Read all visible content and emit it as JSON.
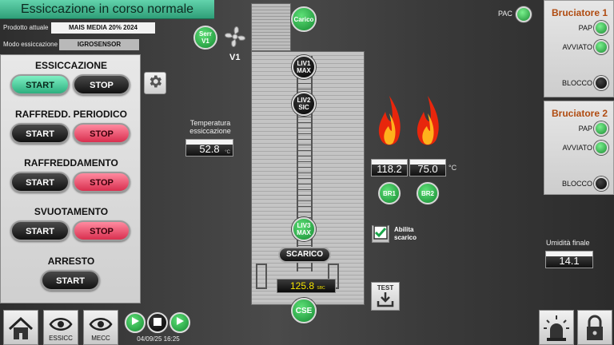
{
  "header": {
    "status": "Essiccazione in corso normale",
    "product_label": "Prodotto attuale",
    "product_value": "MAIS MEDIA 20% 2024",
    "mode_label": "Modo essiccazione",
    "mode_value": "IGROSENSOR"
  },
  "commands": {
    "essiccazione": {
      "title": "ESSICCAZIONE",
      "start": "START",
      "stop": "STOP",
      "start_color": "#3ccc96",
      "stop_color": "#2a2a2a"
    },
    "raffredd_periodico": {
      "title": "RAFFREDD. PERIODICO",
      "start": "START",
      "stop": "STOP",
      "stop_color": "#e8425f"
    },
    "raffreddamento": {
      "title": "RAFFREDDAMENTO",
      "start": "START",
      "stop": "STOP",
      "stop_color": "#e8425f"
    },
    "svuotamento": {
      "title": "SVUOTAMENTO",
      "start": "START",
      "stop": "STOP",
      "stop_color": "#e8425f"
    },
    "arresto": {
      "title": "ARRESTO",
      "start": "START"
    }
  },
  "plant": {
    "serr_v1": "Serr\nV1",
    "fan_label": "V1",
    "carico": "Carico",
    "liv1": "LIV1\nMAX",
    "liv2": "LIV2\nSIC",
    "liv3": "LIV3\nMAX",
    "scarico": "SCARICO",
    "cse": "CSE",
    "bottom_temp": "125.8",
    "bottom_temp_unit": "SBC",
    "pac": "PAC"
  },
  "temperature": {
    "label": "Temperatura essiccazione",
    "value": "52.8",
    "unit": "°C"
  },
  "burners": {
    "br1_temp": "118.2",
    "br2_temp": "75.0",
    "unit": "°C",
    "br1": "BR1",
    "br2": "BR2",
    "panel1": {
      "title": "Bruciatore 1",
      "pap": "PAP",
      "avviato": "AVVIATO",
      "blocco": "BLOCCO"
    },
    "panel2": {
      "title": "Bruciatore 2",
      "pap": "PAP",
      "avviato": "AVVIATO",
      "blocco": "BLOCCO"
    }
  },
  "abilita_scarico": "Abilita\nscarico",
  "umidita": {
    "label": "Umidità finale",
    "value": "14.1"
  },
  "test": "TEST",
  "footer": {
    "essicc": "ESSICC",
    "mecc": "MECC",
    "datetime": "04/09/25 16:25"
  },
  "icons": [
    "home-icon",
    "eye-icon",
    "play-icon",
    "stop-icon",
    "gear-icon",
    "fan-icon",
    "flame-icon",
    "download-icon",
    "siren-icon",
    "lock-icon",
    "checkmark-icon"
  ]
}
